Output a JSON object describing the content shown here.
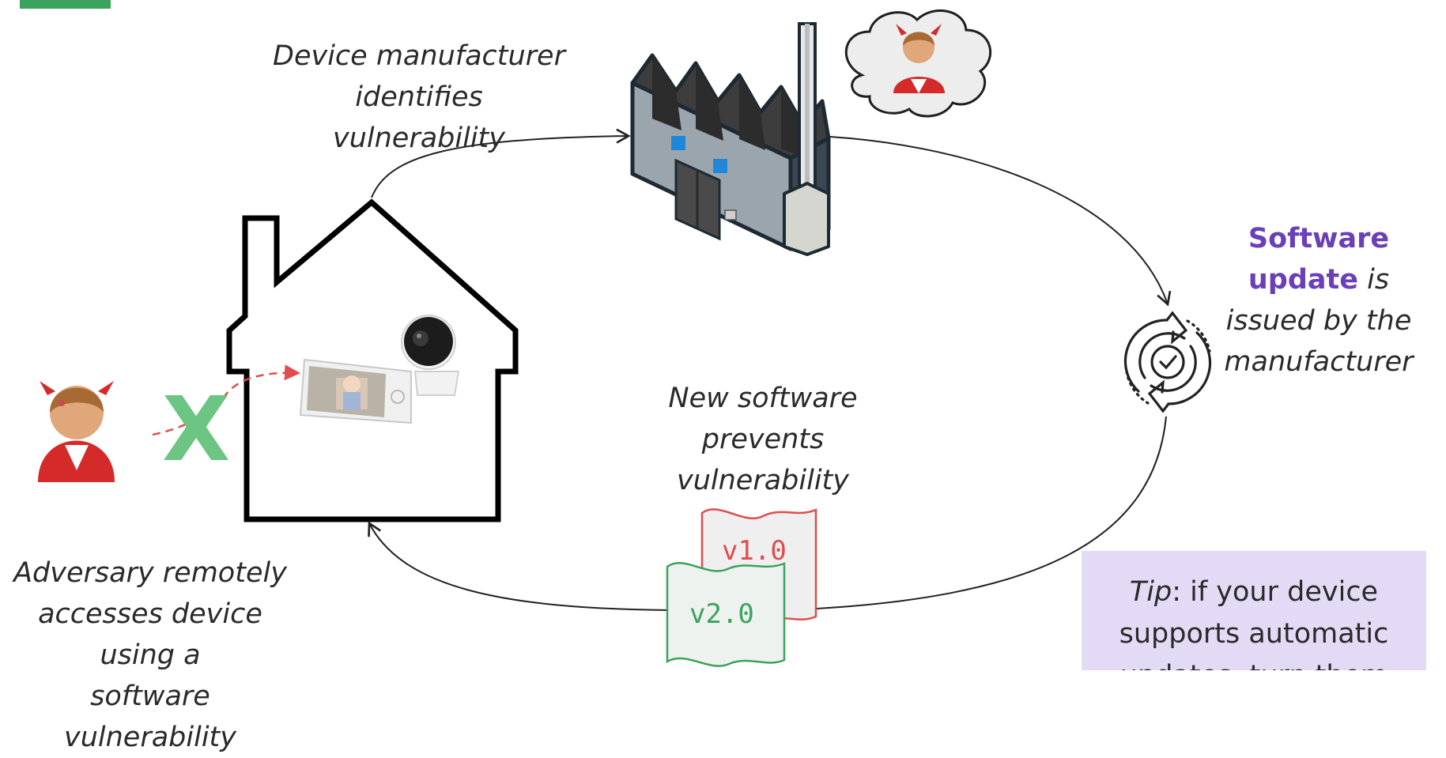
{
  "labels": {
    "manufacturer": [
      "Device manufacturer",
      "identifies vulnerability"
    ],
    "update_highlight": "Software update",
    "update_rest_1": "is",
    "update_rest_2": "issued by the",
    "update_rest_3": "manufacturer",
    "prevents": [
      "New software",
      "prevents vulnerability"
    ],
    "adversary": [
      "Adversary remotely",
      "accesses device using a",
      "software vulnerability"
    ],
    "blocked_mark": "X"
  },
  "versions": {
    "old": "v1.0",
    "new": "v2.0"
  },
  "tip": {
    "lead": "Tip",
    "lines": [
      ": if your device",
      "supports automatic",
      "updates, turn them on!"
    ]
  },
  "icons": {
    "factory": "factory-icon",
    "thought_cloud": "thought-cloud-icon",
    "adversary": "devil-adversary-icon",
    "update": "software-update-cycle-icon",
    "house": "house-icon",
    "camera": "security-camera-icon",
    "monitor": "baby-monitor-icon",
    "logo": "logo-corner"
  },
  "colors": {
    "purple": "#6a3fb8",
    "green_x": "#6cc583",
    "red_attack": "#e14c4c",
    "old_version": "#e14c4c",
    "new_version": "#3aa35d",
    "tip_bg": "#e3dbf6",
    "logo": "#3aa35d"
  }
}
